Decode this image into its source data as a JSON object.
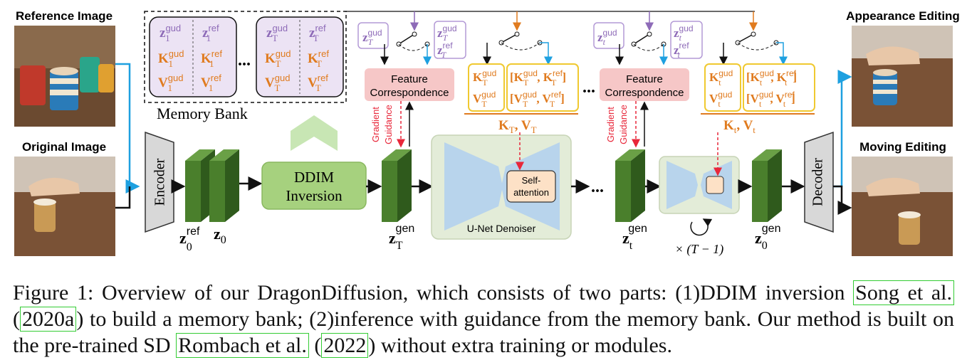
{
  "labels": {
    "reference_image": "Reference Image",
    "original_image": "Original Image",
    "appearance_editing": "Appearance Editing",
    "moving_editing": "Moving Editing",
    "memory_bank": "Memory Bank",
    "encoder": "Encoder",
    "decoder": "Decoder",
    "ddim_line1": "DDIM",
    "ddim_line2": "Inversion",
    "fc_line1": "Feature",
    "fc_line2": "Correspondence",
    "gradient": "Gradient",
    "guidance": "Guidance",
    "self_line1": "Self-",
    "self_line2": "attention",
    "unet": "U-Net Denoiser",
    "times": "× (T − 1)",
    "dots": "..."
  },
  "caption": {
    "prefix": "Figure 1: Overview of our DragonDiffusion, which consists of two parts: (1)DDIM inversion ",
    "cite1_name": "Song et al.",
    "cite1_year": "2020a",
    "mid": " to build a memory bank; (2)inference with guidance from the memory bank. Our method is built on the pre-trained SD ",
    "cite2_name": "Rombach et al.",
    "cite2_year": "2022",
    "suffix": " without extra training or modules."
  },
  "colors": {
    "green_dark": "#4a7f2c",
    "green_light": "#a6d17e",
    "purple": "#8e6bb8",
    "orange": "#e07b1f",
    "blue": "#1ea0e0",
    "red": "#e8273a",
    "pink": "#f6c7c7",
    "yellow": "#f0c930"
  }
}
